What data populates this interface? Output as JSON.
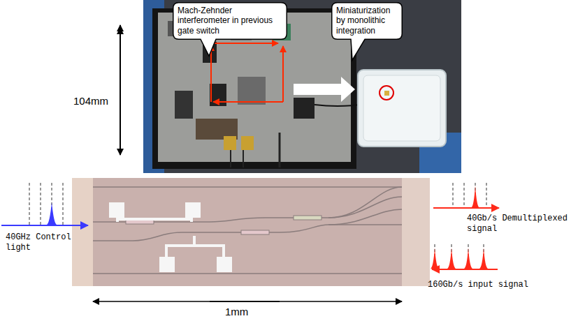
{
  "diagram": {
    "nodes": [
      {
        "text": [
          "Mach-Zehnder interferometer in previous gate switch"
        ]
      },
      {
        "text": [
          "Miniaturization by monolithic integration"
        ]
      }
    ],
    "labels": [
      "104mm",
      "40GHz Control light",
      "40Gb/s Demultiplexed signal",
      "160Gb/s input signal",
      "1mm"
    ]
  }
}
